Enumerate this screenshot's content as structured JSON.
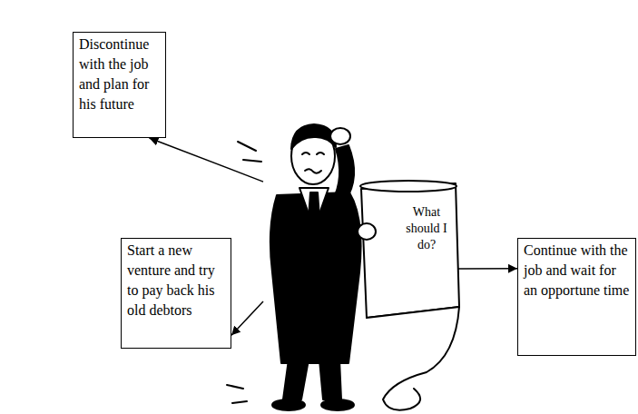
{
  "diagram": {
    "nodes": [
      {
        "text": [
          "Discontinue with the job and plan for his future"
        ]
      },
      {
        "text": [
          "What should I do?"
        ]
      },
      {
        "text": [
          "Continue with the job and wait for an opportune time"
        ]
      },
      {
        "text": [
          "Start a new venture and try to pay back his old debtors"
        ]
      }
    ],
    "edges": [
      {
        "from": 1,
        "to": 0,
        "arrow": "to"
      },
      {
        "from": 1,
        "to": 2,
        "arrow": "to"
      },
      {
        "from": 1,
        "to": 3,
        "arrow": "to"
      }
    ]
  }
}
